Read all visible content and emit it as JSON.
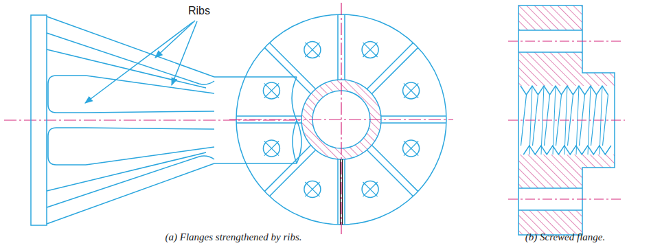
{
  "diagram": {
    "labels": [
      "Ribs",
      "(a) Flanges strengthened by ribs.",
      "(b) Screwed flange."
    ]
  }
}
